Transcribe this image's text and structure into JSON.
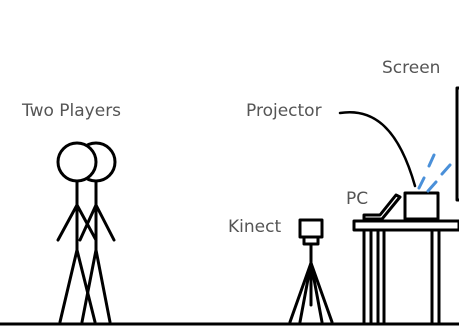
{
  "labels": {
    "screen": "Screen",
    "players": "Two Players",
    "projector": "Projector",
    "pc": "PC",
    "kinect": "Kinect"
  },
  "icons": {
    "players": "stick-figure-icon",
    "projector": "projector-icon",
    "laptop": "laptop-icon",
    "kinect": "kinect-camera-icon",
    "tripod": "tripod-icon",
    "table": "table-icon",
    "screen": "projection-screen-icon"
  },
  "colors": {
    "stroke": "#000000",
    "label": "#555555",
    "projector_beam": "#4a90d9"
  }
}
